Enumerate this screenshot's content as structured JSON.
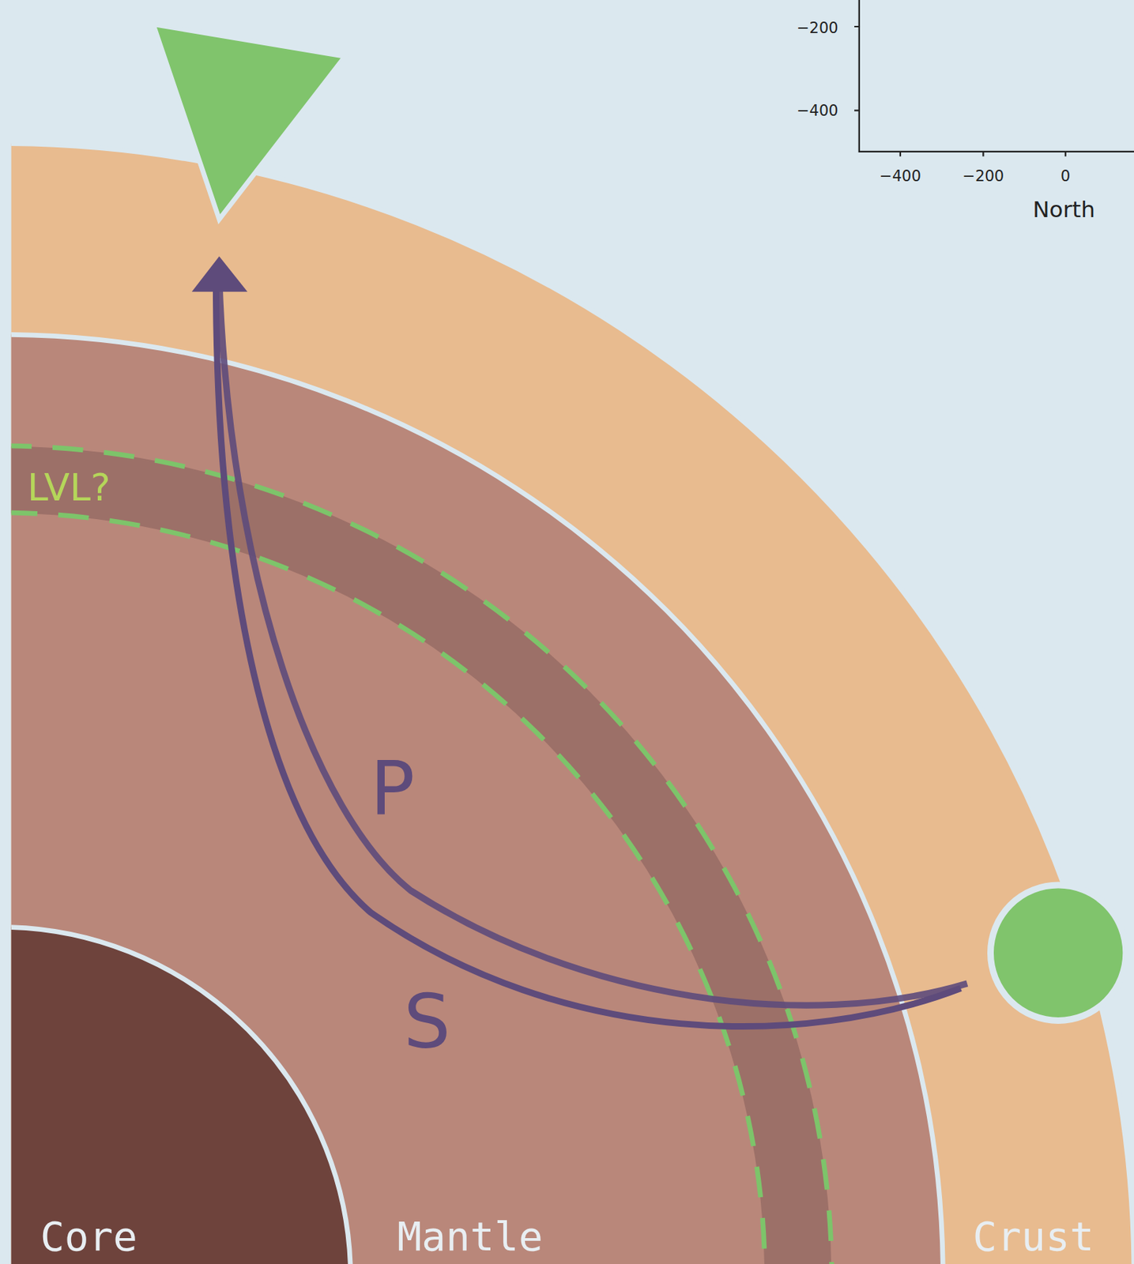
{
  "diagram": {
    "labels": [
      "−200",
      "−400",
      "−400",
      "−200",
      "0",
      "North",
      "LVL?",
      "P",
      "S",
      "Core",
      "Mantle",
      "Crust"
    ]
  }
}
